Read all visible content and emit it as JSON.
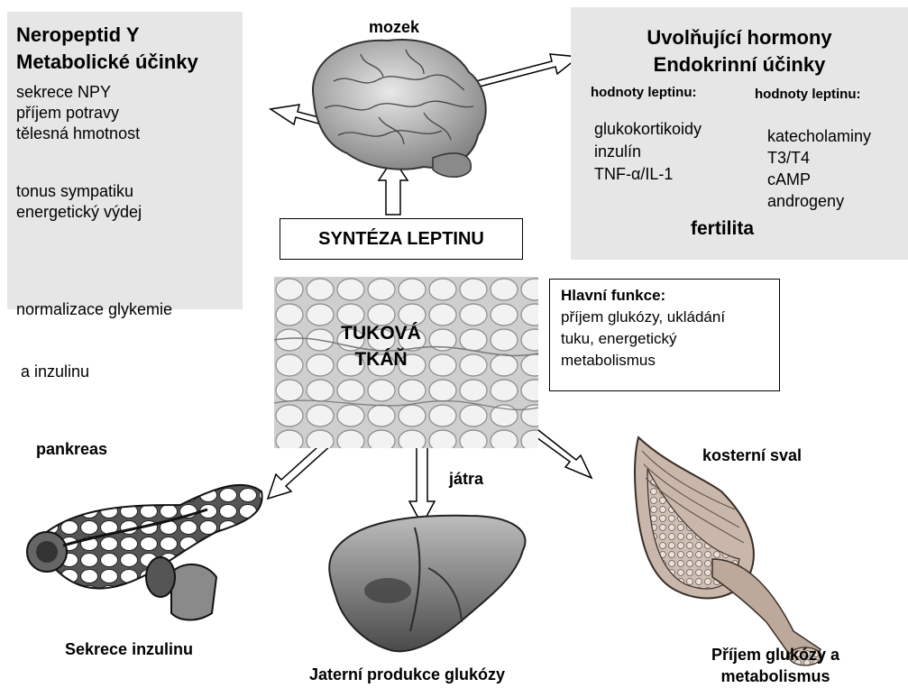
{
  "npy_panel": {
    "title_line1": "Neropeptid Y",
    "title_line2": "Metabolické účinky",
    "decrease_items": [
      "sekrece NPY",
      "příjem potravy",
      "tělesná hmotnost"
    ],
    "increase_items": [
      "tonus sympatiku",
      "energetický výdej"
    ],
    "normalization_line1": "normalizace glykemie",
    "normalization_line2": " a inzulinu"
  },
  "brain": {
    "label": "mozek"
  },
  "hormone_panel": {
    "title_line1": "Uvolňující hormony",
    "title_line2": "Endokrinní účinky",
    "col_left_header": "hodnoty leptinu:",
    "col_left_items": [
      "glukokortikoidy",
      "inzulín",
      "TNF-α/IL-1"
    ],
    "col_right_header": "hodnoty leptinu:",
    "col_right_items": [
      "katecholaminy",
      "T3/T4",
      "cAMP",
      "androgeny"
    ],
    "fertility": "fertilita"
  },
  "leptin_box": {
    "label": "SYNTÉZA LEPTINU"
  },
  "adipose": {
    "label_line1": "TUKOVÁ",
    "label_line2": "TKÁŇ"
  },
  "main_function": {
    "title": "Hlavní funkce:",
    "lines": [
      "příjem glukózy, ukládání",
      "tuku, energetický",
      "metabolismus"
    ]
  },
  "pancreas": {
    "label": "pankreas",
    "caption": "Sekrece inzulinu"
  },
  "liver": {
    "label": "játra",
    "caption": "Jaterní produkce glukózy"
  },
  "muscle": {
    "label": "kosterní sval",
    "caption_line1": "Příjem glukózy a",
    "caption_line2": "metabolismus"
  },
  "colors": {
    "panel": "#e6e6e6",
    "tissue": "#d8d8d8",
    "organ": "#9a9a9a",
    "arrow": "#000000"
  }
}
